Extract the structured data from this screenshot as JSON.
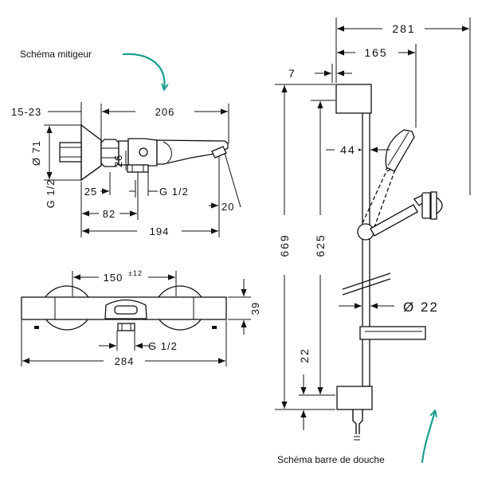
{
  "captions": {
    "mixer": "Schéma mitigeur",
    "shower_bar": "Schéma barre de douche"
  },
  "accent_color": "#1a9e8f",
  "icons": [
    "curved-arrow-icon",
    "curved-arrow-icon"
  ],
  "mixer_side_view": {
    "offset": "15-23",
    "overall_length": "206",
    "diameter": "Ø 71",
    "dim_26": "26",
    "thread_left": "G 1/2",
    "thread_right": "G 1/2",
    "dim_25": "25",
    "dim_82": "82",
    "angle_20": "20",
    "depth_194": "194"
  },
  "mixer_front_view": {
    "centers": "150",
    "tolerance": "±12",
    "height": "39",
    "thread": "G 1/2",
    "width": "284"
  },
  "shower_bar": {
    "overall_width": "281",
    "width_165": "165",
    "dim_7": "7",
    "dim_44": "44",
    "total_height": "669",
    "rail_height": "625",
    "diameter": "Ø 22",
    "bottom": "22"
  }
}
